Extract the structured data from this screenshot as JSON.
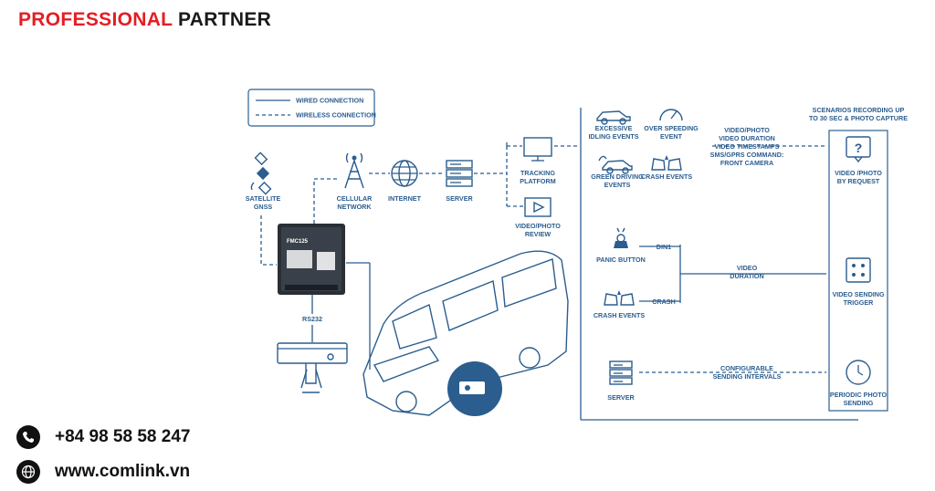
{
  "brand": {
    "part1": "PROFESSIONAL",
    "part2": "PARTNER"
  },
  "legend": {
    "wired": "WIRED CONNECTION",
    "wireless": "WIRELESS CONNECTION"
  },
  "left": {
    "satellite": [
      "SATELLITE",
      "GNSS"
    ],
    "cellular": [
      "CELLULAR",
      "NETWORK"
    ],
    "internet": "INTERNET",
    "server": "SERVER",
    "tracking": [
      "TRACKING",
      "PLATFORM"
    ],
    "video_review": [
      "VIDEO/PHOTO",
      "REVIEW"
    ],
    "rs232": "RS232",
    "device_model": "FMC125"
  },
  "events": {
    "idling": [
      "EXCESSIVE",
      "IDLING EVENTS"
    ],
    "overspeed": [
      "OVER SPEEDING",
      "EVENT"
    ],
    "green": [
      "GREEN DRIVING",
      "EVENTS"
    ],
    "crash_top": "CRASH EVENTS",
    "video_params": [
      "VIDEO/PHOTO",
      "VIDEO DURATION",
      "VIDEO TIMESTAMPS",
      "SMS/GPRS COMMAND:",
      "FRONT CAMERA"
    ],
    "scenarios": [
      "SCENARIOS RECORDING UP",
      "TO 30 SEC & PHOTO CAPTURE"
    ],
    "video_request": [
      "VIDEO /PHOTO",
      "BY REQUEST"
    ],
    "panic": "PANIC BUTTON",
    "din1": "DIN1",
    "crash_mid": "CRASH",
    "crash_events": "CRASH EVENTS",
    "video_duration": [
      "VIDEO",
      "DURATION"
    ],
    "video_trigger": [
      "VIDEO SENDING",
      "TRIGGER"
    ],
    "server2": "SERVER",
    "config": [
      "CONFIGURABLE",
      "SENDING INTERVALS"
    ],
    "periodic": [
      "PERIODIC PHOTO",
      "SENDING"
    ]
  },
  "contact": {
    "phone": "+84 98 58 58 247",
    "web": "www.comlink.vn"
  },
  "colors": {
    "brand_red": "#e31e24",
    "diagram_blue": "#2b5d8f"
  }
}
